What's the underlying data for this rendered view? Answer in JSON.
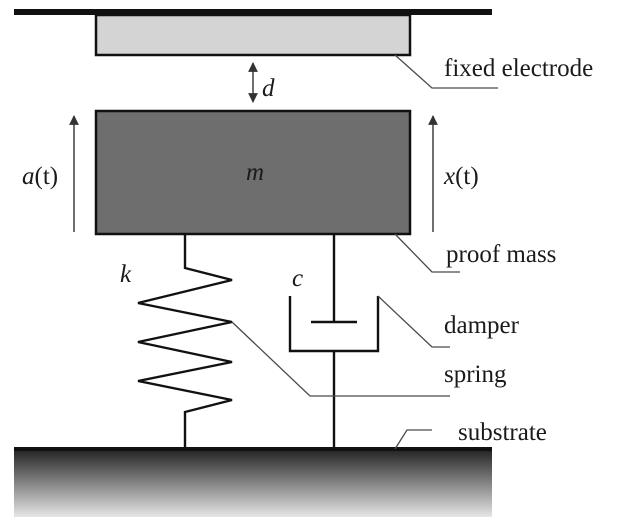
{
  "labels": {
    "fixed_electrode": "fixed electrode",
    "proof_mass": "proof mass",
    "damper": "damper",
    "spring": "spring",
    "substrate": "substrate"
  },
  "symbols": {
    "gap": "d",
    "mass": "m",
    "spring_constant": "k",
    "damping": "c",
    "acceleration_var": "a",
    "acceleration_arg": "(t)",
    "displacement_var": "x",
    "displacement_arg": "(t)"
  },
  "colors": {
    "fixed_electrode_fill": "#d4d4d4",
    "proof_mass_fill": "#6e6e6e",
    "outline": "#111111",
    "substrate_top": "#222222",
    "substrate_bottom": "#e6e6e6"
  }
}
